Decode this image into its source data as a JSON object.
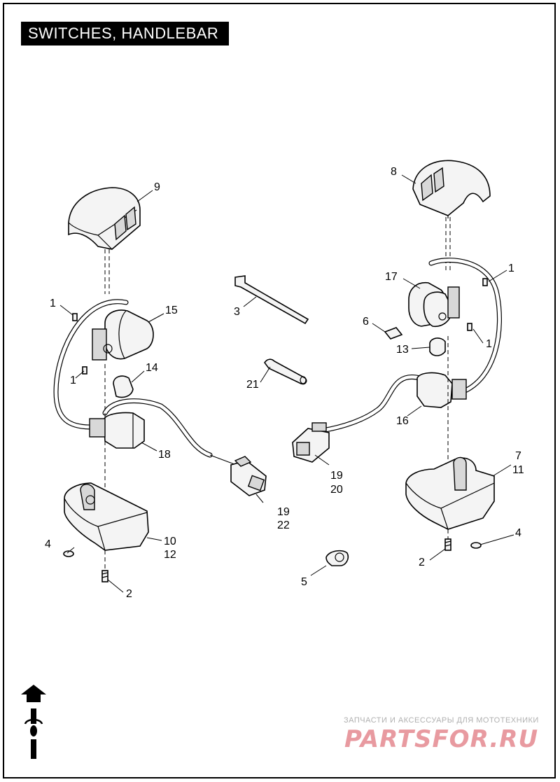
{
  "title": "SWITCHES, HANDLEBAR",
  "callouts": {
    "c1a": "1",
    "c1b": "1",
    "c1c": "1",
    "c1d": "1",
    "c2a": "2",
    "c2b": "2",
    "c3": "3",
    "c4a": "4",
    "c4b": "4",
    "c5": "5",
    "c6": "6",
    "c7": "7",
    "c8": "8",
    "c9": "9",
    "c10": "10",
    "c11": "11",
    "c12": "12",
    "c13": "13",
    "c14": "14",
    "c15": "15",
    "c16": "16",
    "c17": "17",
    "c18": "18",
    "c19a": "19",
    "c19b": "19",
    "c20": "20",
    "c21": "21",
    "c22": "22"
  },
  "watermark": {
    "tagline": "ЗАПЧАСТИ И АКСЕССУАРЫ ДЛЯ МОТОТЕХНИКИ",
    "logo": "PARTSFOR.RU"
  },
  "icons": [
    "up-arrow-icon",
    "motorcycle-front-icon"
  ],
  "colors": {
    "ink": "#000000",
    "paper": "#ffffff",
    "watermark": "#e89aa0"
  }
}
